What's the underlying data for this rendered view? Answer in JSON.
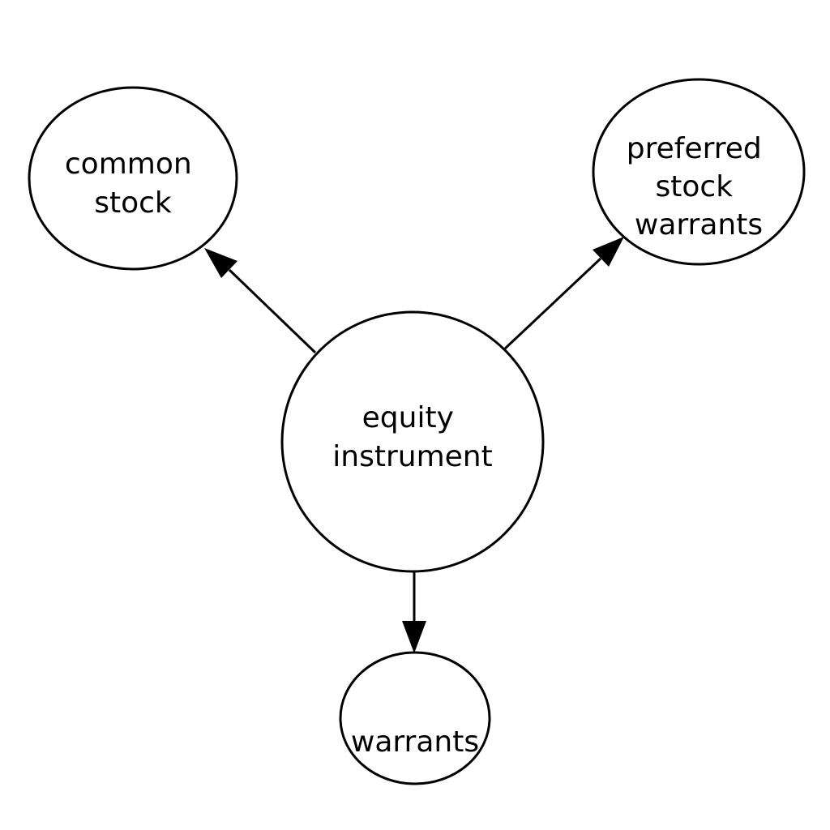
{
  "diagram": {
    "nodes": [
      {
        "id": "equity",
        "lines": [
          "equity",
          "instrument"
        ]
      },
      {
        "id": "common",
        "lines": [
          "common",
          "stock"
        ]
      },
      {
        "id": "preferred",
        "lines": [
          "preferred",
          "stock",
          "warrants"
        ]
      },
      {
        "id": "warrants",
        "lines": [
          "warrants"
        ]
      }
    ],
    "edges": [
      {
        "from": "equity",
        "to": "common"
      },
      {
        "from": "equity",
        "to": "preferred"
      },
      {
        "from": "equity",
        "to": "warrants"
      }
    ],
    "colors": {
      "stroke": "#000000",
      "fill": "#ffffff",
      "text": "#000000"
    }
  }
}
